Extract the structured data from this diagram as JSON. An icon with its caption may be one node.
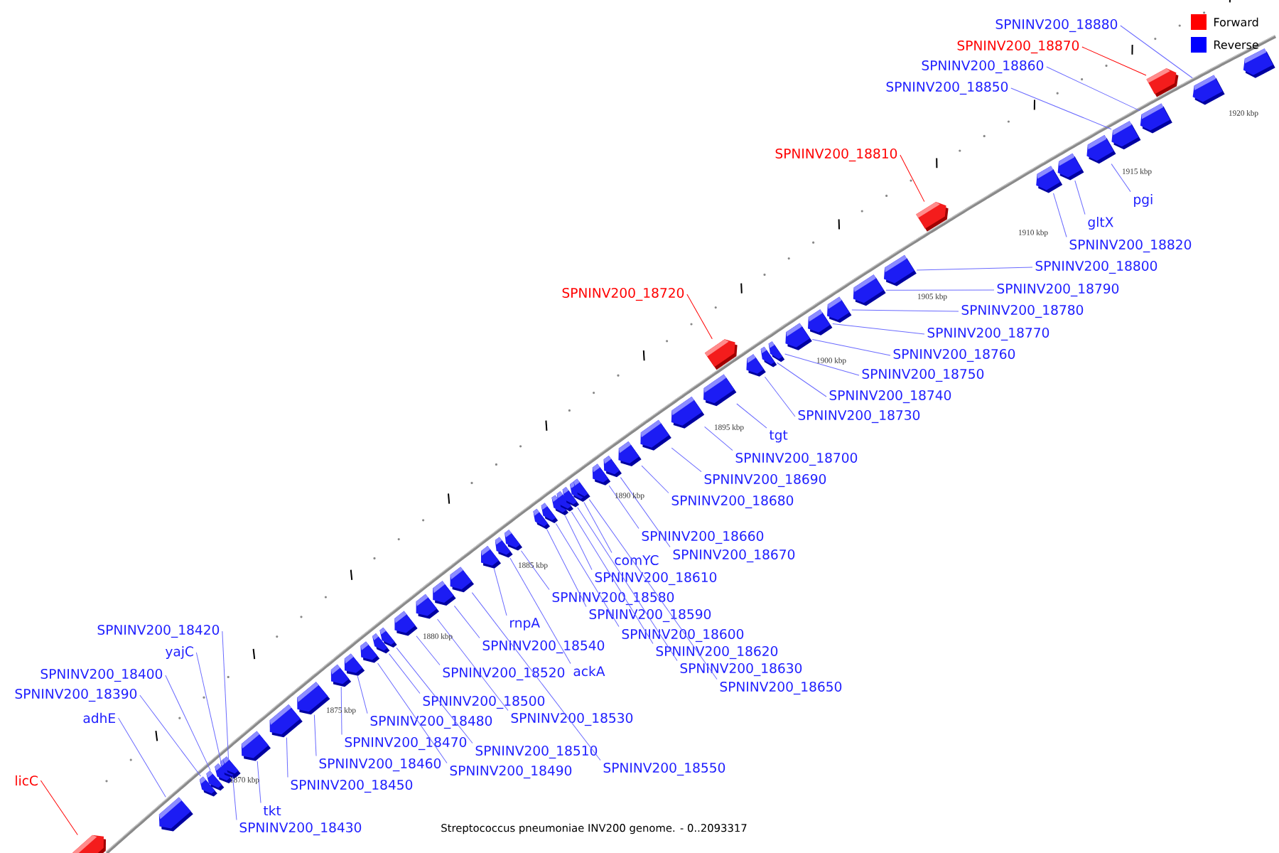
{
  "diagram": {
    "caption": "Streptococcus pneumoniae INV200 genome. - 0..2093317",
    "nodes": [
      {
        "text": [
          "licC"
        ]
      },
      {
        "text": [
          "adhE"
        ]
      },
      {
        "text": [
          "SPNINV200_18390"
        ]
      },
      {
        "text": [
          "SPNINV200_18400"
        ]
      },
      {
        "text": [
          "yajC"
        ]
      },
      {
        "text": [
          "SPNINV200_18420"
        ]
      },
      {
        "text": [
          "SPNINV200_18430"
        ]
      },
      {
        "text": [
          "tkt"
        ]
      },
      {
        "text": [
          "SPNINV200_18450"
        ]
      },
      {
        "text": [
          "SPNINV200_18460"
        ]
      },
      {
        "text": [
          "SPNINV200_18470"
        ]
      },
      {
        "text": [
          "SPNINV200_18480"
        ]
      },
      {
        "text": [
          "SPNINV200_18490"
        ]
      },
      {
        "text": [
          "SPNINV200_18500"
        ]
      },
      {
        "text": [
          "SPNINV200_18510"
        ]
      },
      {
        "text": [
          "SPNINV200_18520"
        ]
      },
      {
        "text": [
          "SPNINV200_18530"
        ]
      },
      {
        "text": [
          "SPNINV200_18540"
        ]
      },
      {
        "text": [
          "SPNINV200_18550"
        ]
      },
      {
        "text": [
          "rnpA"
        ]
      },
      {
        "text": [
          "ackA"
        ]
      },
      {
        "text": [
          "SPNINV200_18580"
        ]
      },
      {
        "text": [
          "SPNINV200_18590"
        ]
      },
      {
        "text": [
          "SPNINV200_18600"
        ]
      },
      {
        "text": [
          "SPNINV200_18610"
        ]
      },
      {
        "text": [
          "SPNINV200_18620"
        ]
      },
      {
        "text": [
          "comYC"
        ]
      },
      {
        "text": [
          "SPNINV200_18630"
        ]
      },
      {
        "text": [
          "SPNINV200_18650"
        ]
      },
      {
        "text": [
          "SPNINV200_18660"
        ]
      },
      {
        "text": [
          "SPNINV200_18670"
        ]
      },
      {
        "text": [
          "SPNINV200_18680"
        ]
      },
      {
        "text": [
          "SPNINV200_18690"
        ]
      },
      {
        "text": [
          "SPNINV200_18700"
        ]
      },
      {
        "text": [
          "tgt"
        ]
      },
      {
        "text": [
          "SPNINV200_18730"
        ]
      },
      {
        "text": [
          "SPNINV200_18740"
        ]
      },
      {
        "text": [
          "SPNINV200_18750"
        ]
      },
      {
        "text": [
          "SPNINV200_18760"
        ]
      },
      {
        "text": [
          "SPNINV200_18770"
        ]
      },
      {
        "text": [
          "SPNINV200_18780"
        ]
      },
      {
        "text": [
          "SPNINV200_18790"
        ]
      },
      {
        "text": [
          "SPNINV200_18800"
        ]
      },
      {
        "text": [
          "SPNINV200_18820"
        ]
      },
      {
        "text": [
          "gltX"
        ]
      },
      {
        "text": [
          "pgi"
        ]
      },
      {
        "text": [
          "SPNINV200_18810"
        ]
      },
      {
        "text": [
          "SPNINV200_18720"
        ]
      },
      {
        "text": [
          "SPNINV200_18850"
        ]
      },
      {
        "text": [
          "SPNINV200_18860"
        ]
      },
      {
        "text": [
          "SPNINV200_18870"
        ]
      },
      {
        "text": [
          "SPNINV200_18880"
        ]
      },
      {
        "text": [],
        "shape": "block"
      },
      {
        "text": [],
        "shape": "block"
      },
      {
        "text": [],
        "shape": "block"
      },
      {
        "text": [],
        "shape": "block"
      },
      {
        "text": [],
        "shape": "block"
      },
      {
        "text": [],
        "shape": "block"
      },
      {
        "text": [],
        "shape": "block"
      },
      {
        "text": [],
        "shape": "block"
      },
      {
        "text": [],
        "shape": "block"
      },
      {
        "text": [],
        "shape": "block"
      },
      {
        "text": [],
        "shape": "block"
      },
      {
        "text": [],
        "shape": "block"
      },
      {
        "text": [],
        "shape": "block"
      },
      {
        "text": [],
        "shape": "block"
      },
      {
        "text": [],
        "shape": "block"
      },
      {
        "text": [],
        "shape": "block"
      },
      {
        "text": [],
        "shape": "block"
      },
      {
        "text": [],
        "shape": "block"
      },
      {
        "text": [],
        "shape": "block"
      },
      {
        "text": [],
        "shape": "block"
      },
      {
        "text": [],
        "shape": "block"
      },
      {
        "text": [],
        "shape": "block"
      },
      {
        "text": [],
        "shape": "block"
      },
      {
        "text": [],
        "shape": "block"
      },
      {
        "text": [],
        "shape": "block"
      },
      {
        "text": [],
        "shape": "block"
      },
      {
        "text": [],
        "shape": "block"
      },
      {
        "text": [],
        "shape": "block"
      },
      {
        "text": [],
        "shape": "block"
      },
      {
        "text": [],
        "shape": "block"
      },
      {
        "text": [],
        "shape": "block"
      },
      {
        "text": [],
        "shape": "block"
      },
      {
        "text": [],
        "shape": "block"
      },
      {
        "text": [],
        "shape": "block"
      },
      {
        "text": [],
        "shape": "block"
      },
      {
        "text": [],
        "shape": "block"
      },
      {
        "text": [],
        "shape": "block"
      },
      {
        "text": [],
        "shape": "block"
      },
      {
        "text": [],
        "shape": "block"
      },
      {
        "text": [],
        "shape": "block"
      },
      {
        "text": [],
        "shape": "block"
      },
      {
        "text": [],
        "shape": "block"
      },
      {
        "text": [],
        "shape": "block"
      },
      {
        "text": [],
        "shape": "block"
      },
      {
        "text": [],
        "shape": "block"
      },
      {
        "text": [],
        "shape": "block"
      },
      {
        "text": [],
        "shape": "block"
      },
      {
        "text": [],
        "shape": "block"
      },
      {
        "text": [],
        "shape": "block"
      },
      {
        "text": [],
        "shape": "block"
      },
      {
        "text": [],
        "shape": "block"
      },
      {
        "text": [],
        "shape": "block"
      },
      {
        "text": [],
        "shape": "block"
      }
    ],
    "edges": [
      {
        "from": 0,
        "to": 52,
        "arrow": "none",
        "color": "#ff0000"
      },
      {
        "from": 1,
        "to": 53,
        "arrow": "none"
      },
      {
        "from": 2,
        "to": 54,
        "arrow": "none"
      },
      {
        "from": 3,
        "to": 55,
        "arrow": "none"
      },
      {
        "from": 4,
        "to": 56,
        "arrow": "none"
      },
      {
        "from": 5,
        "to": 57,
        "arrow": "none"
      },
      {
        "from": 6,
        "to": 58,
        "arrow": "none"
      },
      {
        "from": 7,
        "to": 59,
        "arrow": "none"
      },
      {
        "from": 8,
        "to": 60,
        "arrow": "none"
      },
      {
        "from": 9,
        "to": 61,
        "arrow": "none"
      },
      {
        "from": 10,
        "to": 62,
        "arrow": "none"
      },
      {
        "from": 11,
        "to": 63,
        "arrow": "none"
      },
      {
        "from": 12,
        "to": 64,
        "arrow": "none"
      },
      {
        "from": 13,
        "to": 65,
        "arrow": "none"
      },
      {
        "from": 14,
        "to": 66,
        "arrow": "none"
      },
      {
        "from": 15,
        "to": 67,
        "arrow": "none"
      },
      {
        "from": 16,
        "to": 68,
        "arrow": "none"
      },
      {
        "from": 17,
        "to": 69,
        "arrow": "none"
      },
      {
        "from": 18,
        "to": 70,
        "arrow": "none"
      },
      {
        "from": 19,
        "to": 71,
        "arrow": "none"
      },
      {
        "from": 20,
        "to": 72,
        "arrow": "none"
      },
      {
        "from": 21,
        "to": 73,
        "arrow": "none"
      },
      {
        "from": 22,
        "to": 74,
        "arrow": "none"
      },
      {
        "from": 23,
        "to": 75,
        "arrow": "none"
      },
      {
        "from": 24,
        "to": 76,
        "arrow": "none"
      },
      {
        "from": 25,
        "to": 77,
        "arrow": "none"
      },
      {
        "from": 26,
        "to": 79,
        "arrow": "none"
      },
      {
        "from": 27,
        "to": 78,
        "arrow": "none"
      },
      {
        "from": 28,
        "to": 80,
        "arrow": "none"
      },
      {
        "from": 29,
        "to": 81,
        "arrow": "none"
      },
      {
        "from": 30,
        "to": 82,
        "arrow": "none"
      },
      {
        "from": 31,
        "to": 83,
        "arrow": "none"
      },
      {
        "from": 32,
        "to": 84,
        "arrow": "none"
      },
      {
        "from": 33,
        "to": 85,
        "arrow": "none"
      },
      {
        "from": 34,
        "to": 86,
        "arrow": "none"
      },
      {
        "from": 35,
        "to": 88,
        "arrow": "none"
      },
      {
        "from": 36,
        "to": 89,
        "arrow": "none"
      },
      {
        "from": 37,
        "to": 90,
        "arrow": "none"
      },
      {
        "from": 38,
        "to": 91,
        "arrow": "none"
      },
      {
        "from": 39,
        "to": 92,
        "arrow": "none"
      },
      {
        "from": 40,
        "to": 93,
        "arrow": "none"
      },
      {
        "from": 41,
        "to": 94,
        "arrow": "none"
      },
      {
        "from": 42,
        "to": 95,
        "arrow": "none"
      },
      {
        "from": 43,
        "to": 97,
        "arrow": "none"
      },
      {
        "from": 44,
        "to": 98,
        "arrow": "none"
      },
      {
        "from": 45,
        "to": 99,
        "arrow": "none"
      },
      {
        "from": 46,
        "to": 96,
        "arrow": "none",
        "color": "#ff0000"
      },
      {
        "from": 47,
        "to": 87,
        "arrow": "none",
        "color": "#ff0000"
      },
      {
        "from": 48,
        "to": 100,
        "arrow": "none"
      },
      {
        "from": 49,
        "to": 101,
        "arrow": "none"
      },
      {
        "from": 50,
        "to": 102,
        "arrow": "none",
        "color": "#ff0000"
      },
      {
        "from": 51,
        "to": 103,
        "arrow": "none"
      }
    ],
    "labels": [
      "1920 kbp",
      "1915 kbp",
      "1910 kbp",
      "1905 kbp",
      "1900 kbp",
      "1895 kbp",
      "1890 kbp",
      "1885 kbp",
      "1880 kbp",
      "1875 kbp",
      "1870 kbp"
    ],
    "legend": [
      {
        "text": "Forward",
        "color": "#ff0000"
      },
      {
        "text": "Reverse",
        "color": "#0000ff"
      }
    ]
  }
}
